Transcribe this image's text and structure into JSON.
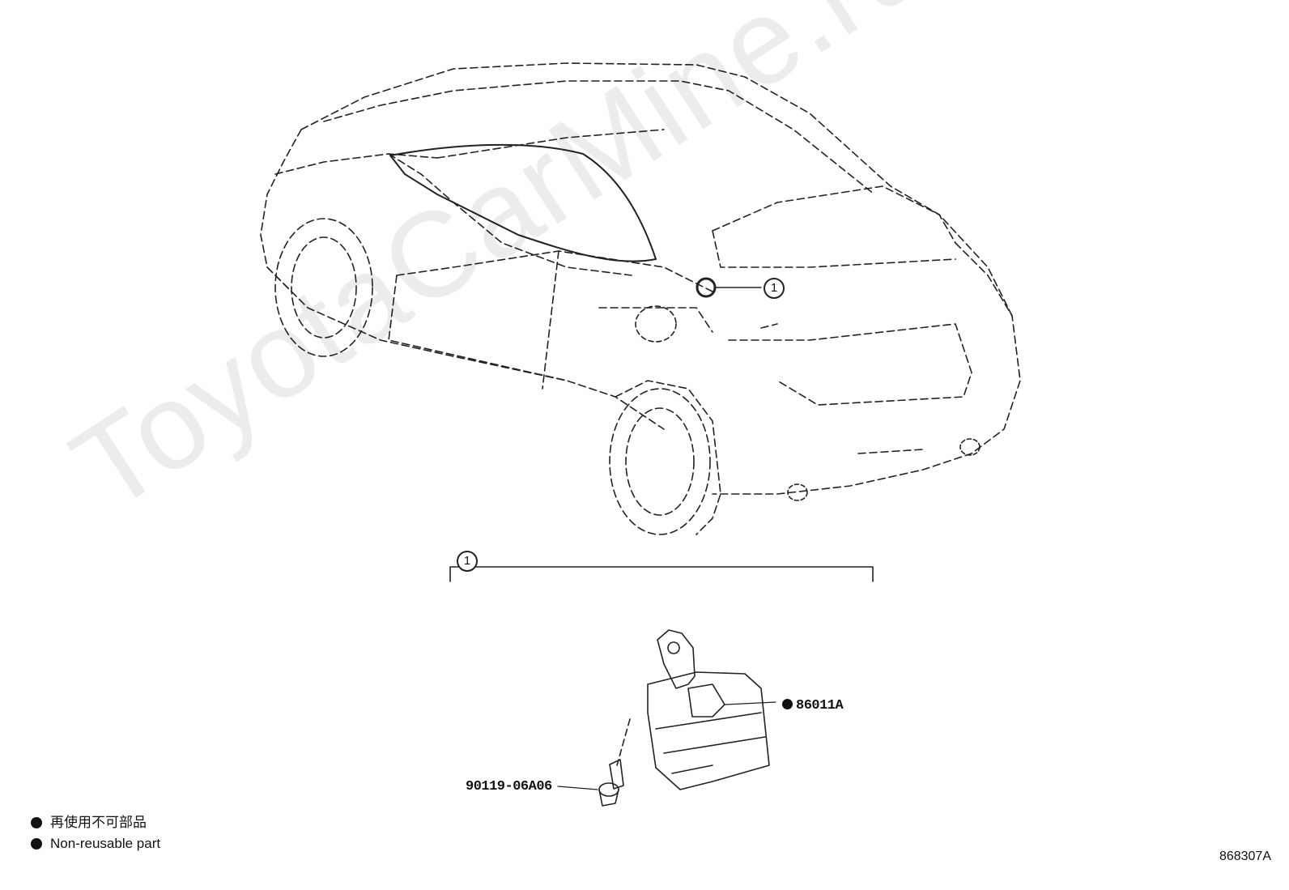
{
  "watermark": "ToyotaCarMine.ru",
  "callouts": {
    "car_callout": "1",
    "detail_callout": "1"
  },
  "parts": {
    "sensor_part_number": "86011A",
    "sensor_non_reusable": true,
    "bolt_part_number": "90119-06A06"
  },
  "legend": {
    "japanese": "再使用不可部品",
    "english": "Non-reusable part"
  },
  "diagram_id": "868307A"
}
